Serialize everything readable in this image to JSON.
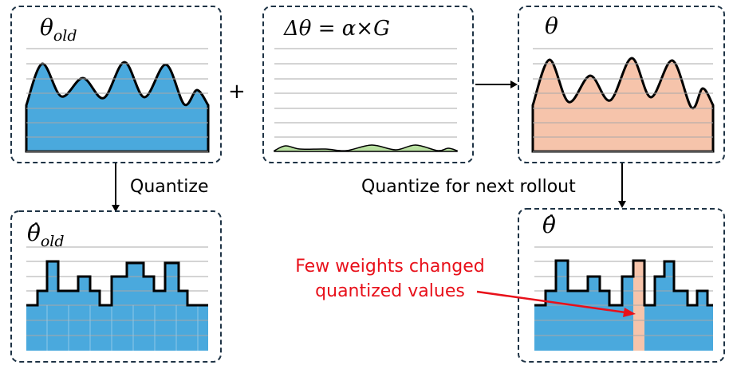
{
  "panels": {
    "theta_old": {
      "label": "θ",
      "sub": "old"
    },
    "delta": {
      "label": "Δθ = α×G"
    },
    "theta_new": {
      "label": "θ"
    },
    "theta_old_quant": {
      "label": "θ̂",
      "sub": "old"
    },
    "theta_quant": {
      "label": "θ̂"
    }
  },
  "operators": {
    "plus": "+"
  },
  "arrows": {
    "quantize": "Quantize",
    "quantize_next": "Quantize for next rollout"
  },
  "annotation": {
    "line1": "Few weights changed",
    "line2": "quantized values"
  },
  "colors": {
    "blue": "#4aa9dd",
    "salmon": "#f6c4ab",
    "green": "#b8e0a0",
    "red": "#e8101a",
    "border": "#1e3345"
  }
}
